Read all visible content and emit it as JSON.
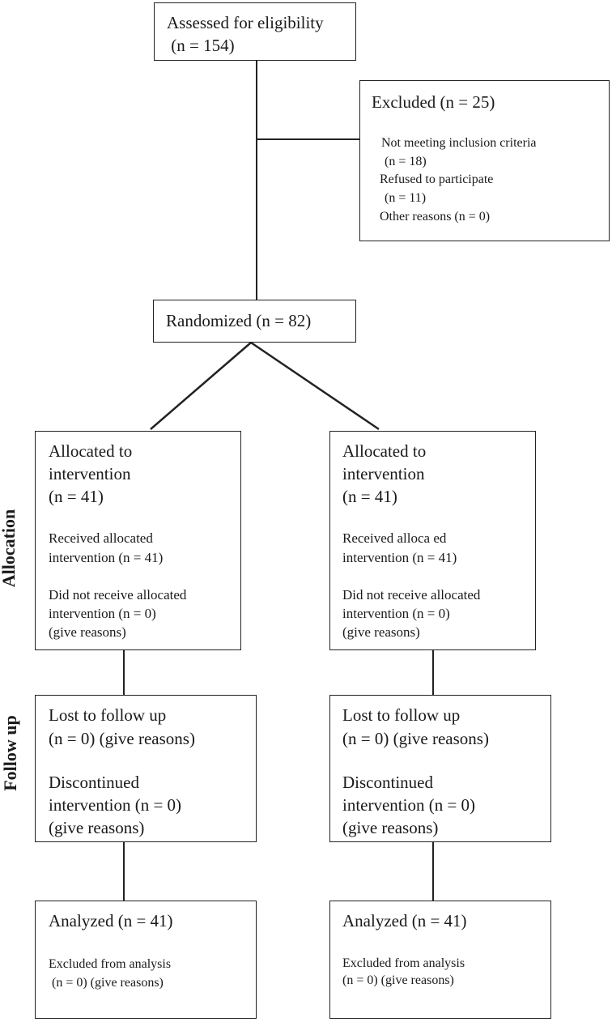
{
  "assessed": {
    "line1": "Assessed for eligibility",
    "line2": " (n = 154)"
  },
  "excluded": {
    "title": "Excluded (n = 25)",
    "lines": [
      "Not meeting inclusion criteria",
      " (n = 18)",
      "Refused to participate",
      " (n = 11)",
      "Other reasons (n = 0)"
    ]
  },
  "randomized": "Randomized (n = 82)",
  "side_labels": {
    "allocation": "Allocation",
    "follow_up": "Follow up"
  },
  "left": {
    "allocated": {
      "l1": "Allocated to",
      "l2": "intervention",
      "l3": "(n = 41)",
      "r1": "Received allocated",
      "r2": "intervention (n = 41)",
      "d1": "Did not receive allocated",
      "d2": "intervention (n = 0)",
      "d3": "(give reasons)"
    },
    "followup": {
      "l1": "Lost to follow up",
      "l2": "(n = 0) (give reasons)",
      "d1": "Discontinued",
      "d2": "intervention (n = 0)",
      "d3": "(give reasons)"
    },
    "analyzed": {
      "title": "Analyzed (n = 41)",
      "e1": "Excluded from analysis",
      "e2": " (n = 0) (give reasons)"
    }
  },
  "right": {
    "allocated": {
      "l1": "Allocated to",
      "l2": "intervention",
      "l3": "(n = 41)",
      "r1": "Received alloca ed",
      "r2": "intervention (n = 41)",
      "d1": "Did not receive allocated",
      "d2": "intervention (n = 0)",
      "d3": "(give reasons)"
    },
    "followup": {
      "l1": "Lost to follow up",
      "l2": "(n = 0) (give reasons)",
      "d1": "Discontinued",
      "d2": "intervention (n = 0)",
      "d3": "(give reasons)"
    },
    "analyzed": {
      "title": "Analyzed (n = 41)",
      "e1": "Excluded from analysis",
      "e2": "(n = 0) (give reasons)"
    }
  }
}
